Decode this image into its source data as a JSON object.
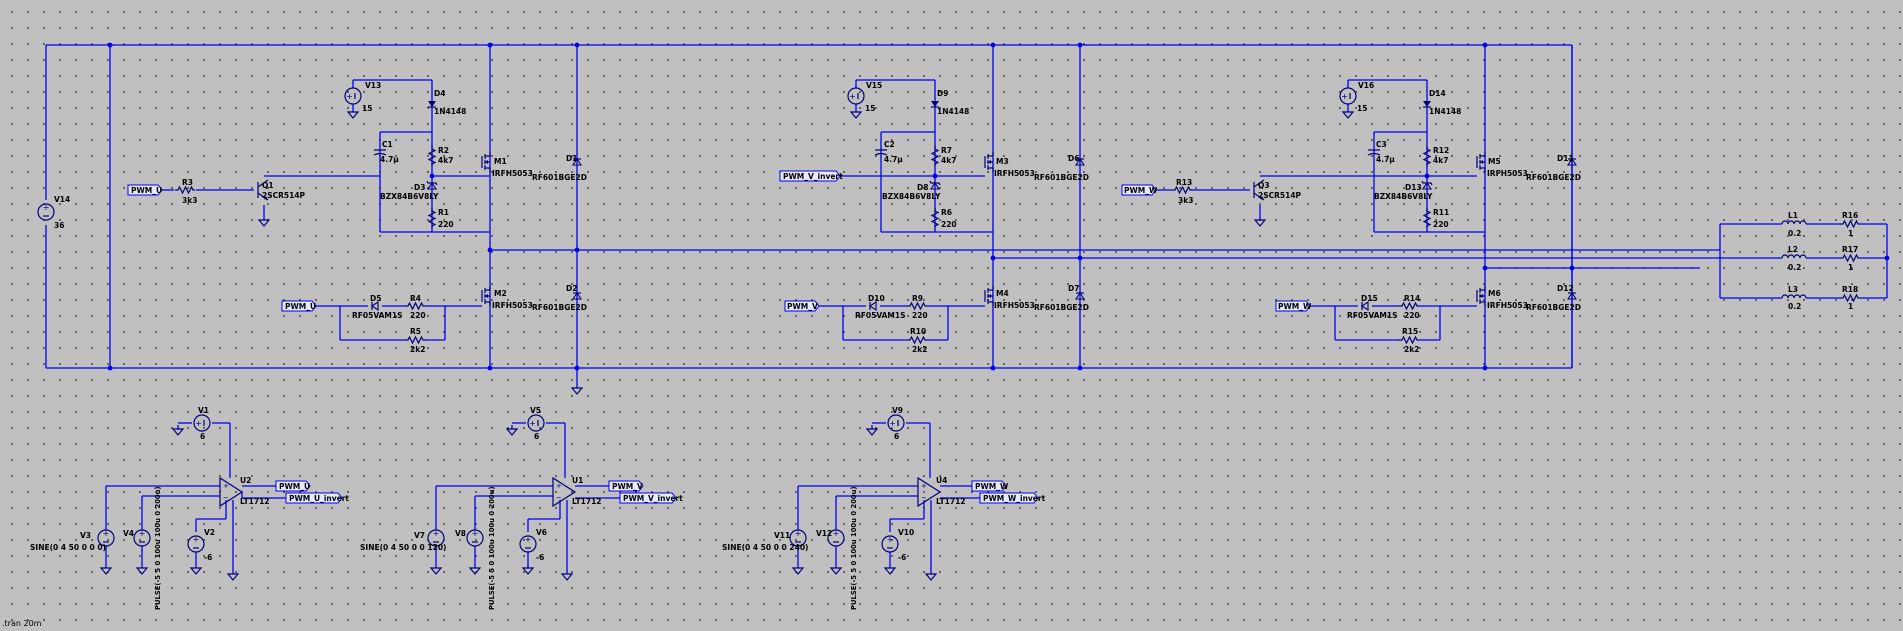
{
  "directive": ".tran 20m",
  "phases": [
    {
      "high_input": "PWM_U",
      "low_input": "PWM_U",
      "gate_res": "R3",
      "gate_res_val": "3k3",
      "bjt": "Q1",
      "bjt_model": "2SCR514P",
      "vsrc": "V13",
      "vsrc_val": "15",
      "boot_diode": "D4",
      "boot_diode_model": "1N4148",
      "cap": "C1",
      "cap_val": "4.7µ",
      "rp": "R2",
      "rp_val": "4k7",
      "zener": "D3",
      "zener_model": "BZX84B6V8LY",
      "rz": "R1",
      "rz_val": "220",
      "mos_hi": "M1",
      "mos_hi_model": "IRFH5053",
      "mos_lo": "M2",
      "mos_lo_model": "IRFH5053",
      "fd_hi": "D1",
      "fd_hi_model": "RF601BGE2D",
      "fd_lo": "D2",
      "fd_lo_model": "RF601BGE2D",
      "lo_diode": "D5",
      "lo_diode_model": "RF05VAM1S",
      "lo_res": "R4",
      "lo_res_val": "220",
      "lo_res2": "R5",
      "lo_res2_val": "2k2"
    },
    {
      "high_input": "PWM_V_invert",
      "low_input": "PWM_V",
      "vsrc": "V15",
      "vsrc_val": "15",
      "boot_diode": "D9",
      "boot_diode_model": "1N4148",
      "cap": "C2",
      "cap_val": "4.7µ",
      "rp": "R7",
      "rp_val": "4k7",
      "zener": "D8",
      "zener_model": "BZX84B6V8LY",
      "rz": "R6",
      "rz_val": "220",
      "mos_hi": "M3",
      "mos_hi_model": "IRFH5053",
      "mos_lo": "M4",
      "mos_lo_model": "IRFH5053",
      "fd_hi": "D6",
      "fd_hi_model": "RF601BGE2D",
      "fd_lo": "D7",
      "fd_lo_model": "RF601BGE2D",
      "lo_diode": "D10",
      "lo_diode_model": "RF05VAM1S",
      "lo_res": "R9",
      "lo_res_val": "220",
      "lo_res2": "R10",
      "lo_res2_val": "2k2"
    },
    {
      "high_input": "PWM_W",
      "low_input": "PWM_W",
      "gate_res": "R13",
      "gate_res_val": "3k3",
      "bjt": "Q3",
      "bjt_model": "2SCR514P",
      "vsrc": "V16",
      "vsrc_val": "15",
      "boot_diode": "D14",
      "boot_diode_model": "1N4148",
      "cap": "C3",
      "cap_val": "4.7µ",
      "rp": "R12",
      "rp_val": "4k7",
      "zener": "D13",
      "zener_model": "BZX84B6V8LY",
      "rz": "R11",
      "rz_val": "220",
      "mos_hi": "M5",
      "mos_hi_model": "IRFH5053",
      "mos_lo": "M6",
      "mos_lo_model": "IRFH5053",
      "fd_hi": "D11",
      "fd_hi_model": "RF601BGE2D",
      "fd_lo": "D12",
      "fd_lo_model": "RF601BGE2D",
      "lo_diode": "D15",
      "lo_diode_model": "RF05VAM1S",
      "lo_res": "R14",
      "lo_res_val": "220",
      "lo_res2": "R15",
      "lo_res2_val": "2k2"
    }
  ],
  "supply": {
    "name": "V14",
    "value": "36"
  },
  "load": [
    {
      "ind": "L1",
      "ind_val": "0.2",
      "res": "R16",
      "res_val": "1"
    },
    {
      "ind": "L2",
      "ind_val": "0.2",
      "res": "R17",
      "res_val": "1"
    },
    {
      "ind": "L3",
      "ind_val": "0.2",
      "res": "R18",
      "res_val": "1"
    }
  ],
  "comparators": [
    {
      "opamp": "U2",
      "model": "LT1712",
      "vcc": "V1",
      "vcc_val": "6",
      "vee": "V2",
      "vee_val": "-6",
      "sine": "V3",
      "sine_val": "SINE(0 4 50 0 0 0)",
      "pulse": "V4",
      "pulse_val": "PULSE(-5 5 0 100u 100u 0 200u)",
      "out": "PWM_U",
      "out_inv": "PWM_U_invert"
    },
    {
      "opamp": "U1",
      "model": "LT1712",
      "vcc": "V5",
      "vcc_val": "6",
      "vee": "V6",
      "vee_val": "-6",
      "sine": "V7",
      "sine_val": "SINE(0 4 50 0 0 120)",
      "pulse": "V8",
      "pulse_val": "PULSE(-5 5 0 100u 100u 0 200u)",
      "out": "PWM_V",
      "out_inv": "PWM_V_invert"
    },
    {
      "opamp": "U4",
      "model": "LT1712",
      "vcc": "V9",
      "vcc_val": "6",
      "vee": "V10",
      "vee_val": "-6",
      "sine": "V11",
      "sine_val": "SINE(0 4 50 0 0 240)",
      "pulse": "V12",
      "pulse_val": "PULSE(-5 5 0 100u 100u 0 200u)",
      "out": "PWM_W",
      "out_inv": "PWM_W_invert"
    }
  ]
}
